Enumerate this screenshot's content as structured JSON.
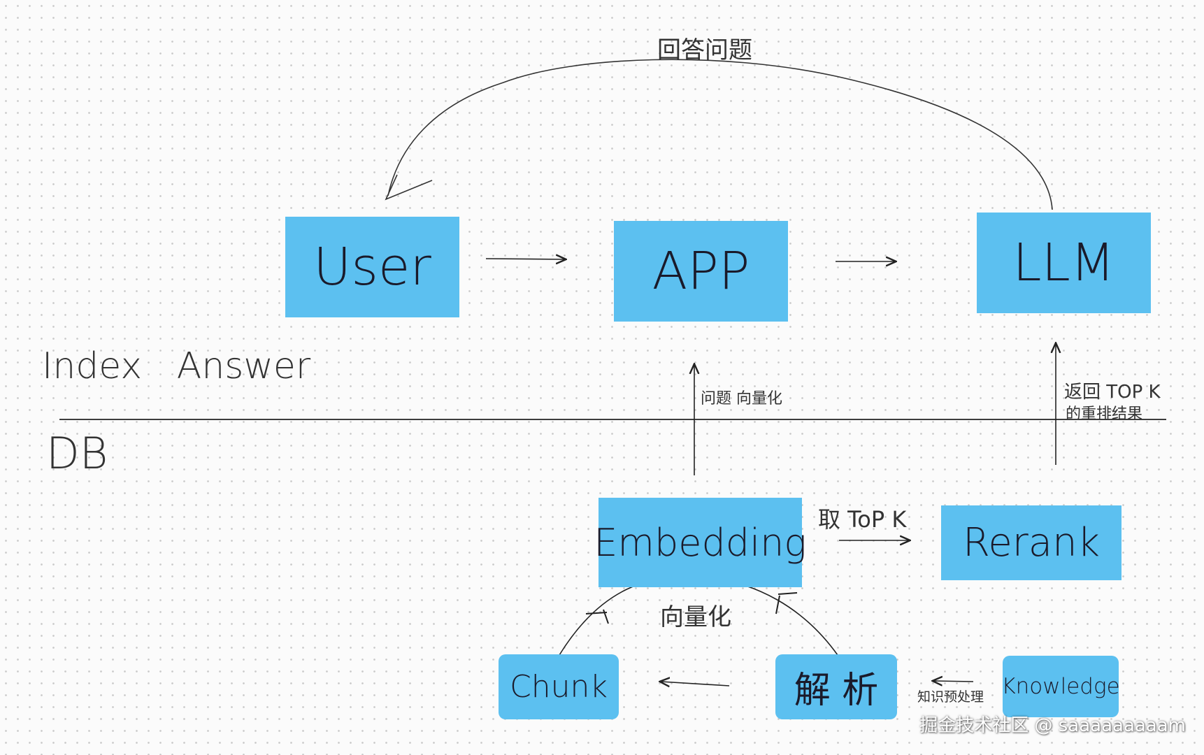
{
  "boxes": {
    "user": "User",
    "app": "APP",
    "llm": "LLM",
    "embedding": "Embedding",
    "rerank": "Rerank",
    "chunk": "Chunk",
    "parse": "解 析",
    "knowledge": "Knowledge"
  },
  "labels": {
    "answer_question": "回答问题",
    "index_answer": "Index   Answer",
    "db": "DB",
    "question_vectorize": "问题 向量化",
    "return_topk_line1": "返回 TOP K",
    "return_topk_line2": "的重排结果",
    "take_topk": "取 ToP K",
    "vectorize": "向量化",
    "knowledge_preprocess": "知识预处理"
  },
  "watermark": "掘金技术社区 @ saaaaaaaaam",
  "colors": {
    "box_fill": "#5cc0f0",
    "ink": "#222222"
  }
}
